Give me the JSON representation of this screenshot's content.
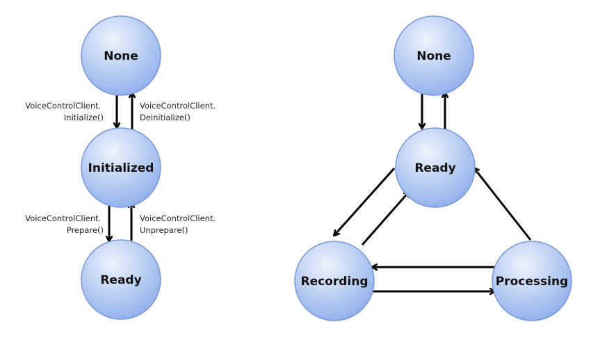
{
  "left_diagram": {
    "states": {
      "none": "None",
      "initialized": "Initialized",
      "ready": "Ready"
    },
    "transitions": {
      "initialize_line1": "VoiceControlClient.",
      "initialize_line2": "Initialize()",
      "deinitialize_line1": "VoiceControlClient.",
      "deinitialize_line2": "Deinitialize()",
      "prepare_line1": "VoiceControlClient.",
      "prepare_line2": "Prepare()",
      "unprepare_line1": "VoiceControlClient.",
      "unprepare_line2": "Unprepare()"
    }
  },
  "right_diagram": {
    "states": {
      "none": "None",
      "ready": "Ready",
      "recording": "Recording",
      "processing": "Processing"
    }
  },
  "colors": {
    "node_fill_light": "#e3ecfb",
    "node_fill_dark": "#93b3ec",
    "node_stroke": "#6f8fcf",
    "arrow": "#000000"
  }
}
